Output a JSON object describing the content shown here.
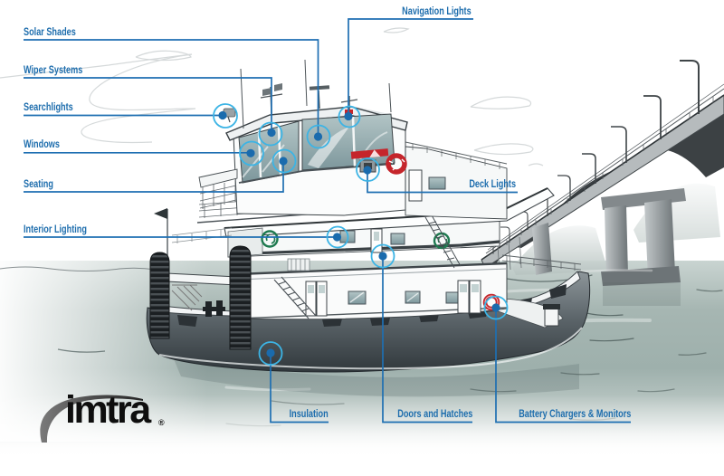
{
  "brand": {
    "logo_text": "imtra",
    "registered_mark": "®"
  },
  "callouts": {
    "solar_shades": {
      "label": "Solar Shades"
    },
    "wiper_systems": {
      "label": "Wiper Systems"
    },
    "searchlights": {
      "label": "Searchlights"
    },
    "windows": {
      "label": "Windows"
    },
    "seating": {
      "label": "Seating"
    },
    "interior_lighting": {
      "label": "Interior Lighting"
    },
    "navigation_lights": {
      "label": "Navigation Lights"
    },
    "deck_lights": {
      "label": "Deck Lights"
    },
    "insulation": {
      "label": "Insulation"
    },
    "doors_and_hatches": {
      "label": "Doors and Hatches"
    },
    "battery_chargers": {
      "label": "Battery Chargers & Monitors"
    }
  },
  "colors": {
    "callout_blue": "#1d6dad",
    "leader_blue": "#1e6fb2",
    "marker_ring_blue": "#3cb4e5",
    "marker_dot_blue": "#1a6bad",
    "accent_red": "#c5252b",
    "logo_green": "#1f7a50",
    "logo_black": "#0e0e0e"
  }
}
